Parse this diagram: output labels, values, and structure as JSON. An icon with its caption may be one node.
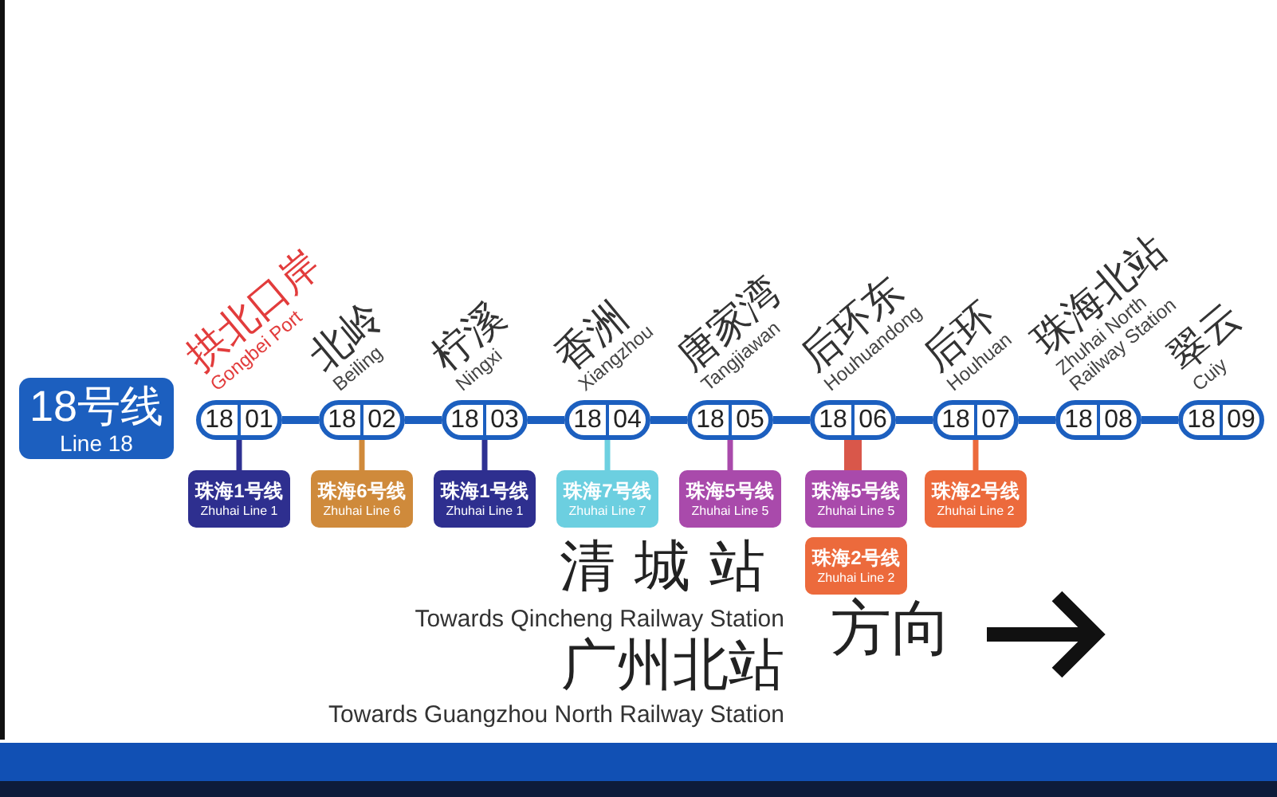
{
  "diagram": {
    "nodes": [
      {
        "text": [
          "18号线",
          "Line 18"
        ]
      },
      {
        "text": [
          "18",
          "01"
        ],
        "beside": [
          "拱北口岸",
          "Gongbei Port"
        ]
      },
      {
        "text": [
          "18",
          "02"
        ],
        "beside": [
          "北岭",
          "Beiling"
        ]
      },
      {
        "text": [
          "18",
          "03"
        ],
        "beside": [
          "柠溪",
          "Ningxi"
        ]
      },
      {
        "text": [
          "18",
          "04"
        ],
        "beside": [
          "香洲",
          "Xiangzhou"
        ]
      },
      {
        "text": [
          "18",
          "05"
        ],
        "beside": [
          "唐家湾",
          "Tangjiawan"
        ]
      },
      {
        "text": [
          "18",
          "06"
        ],
        "beside": [
          "后环东",
          "Houhuandong"
        ]
      },
      {
        "text": [
          "18",
          "07"
        ],
        "beside": [
          "后环",
          "Houhuan"
        ]
      },
      {
        "text": [
          "18",
          "08"
        ],
        "beside": [
          "珠海北站",
          "Zhuhai North Railway Station"
        ]
      },
      {
        "text": [
          "18",
          "09"
        ],
        "beside": [
          "翠云",
          "Cuiy"
        ]
      },
      {
        "text": [
          "珠海1号线",
          "Zhuhai Line 1"
        ]
      },
      {
        "text": [
          "珠海6号线",
          "Zhuhai Line 6"
        ]
      },
      {
        "text": [
          "珠海1号线",
          "Zhuhai Line 1"
        ]
      },
      {
        "text": [
          "珠海7号线",
          "Zhuhai Line 7"
        ]
      },
      {
        "text": [
          "珠海5号线",
          "Zhuhai Line 5"
        ]
      },
      {
        "text": [
          "珠海5号线",
          "Zhuhai Line 5"
        ]
      },
      {
        "text": [
          "珠海2号线",
          "Zhuhai Line 2"
        ]
      },
      {
        "text": [
          "珠海2号线",
          "Zhuhai Line 2"
        ]
      }
    ],
    "edges": [
      {
        "from": 1,
        "to": 2,
        "arrow": "none"
      },
      {
        "from": 2,
        "to": 3,
        "arrow": "none"
      },
      {
        "from": 3,
        "to": 4,
        "arrow": "none"
      },
      {
        "from": 4,
        "to": 5,
        "arrow": "none"
      },
      {
        "from": 5,
        "to": 6,
        "arrow": "none"
      },
      {
        "from": 6,
        "to": 7,
        "arrow": "none"
      },
      {
        "from": 7,
        "to": 8,
        "arrow": "none"
      },
      {
        "from": 8,
        "to": 9,
        "arrow": "none"
      },
      {
        "from": 1,
        "to": 10,
        "arrow": "none",
        "color": "#2e3192"
      },
      {
        "from": 2,
        "to": 11,
        "arrow": "none",
        "color": "#d08a3b"
      },
      {
        "from": 3,
        "to": 12,
        "arrow": "none",
        "color": "#2e3192"
      },
      {
        "from": 4,
        "to": 13,
        "arrow": "none",
        "color": "#6dd0e0"
      },
      {
        "from": 5,
        "to": 14,
        "arrow": "none",
        "color": "#a94aab"
      },
      {
        "from": 6,
        "to": 15,
        "arrow": "none",
        "color": "#d9574a",
        "style": "thick"
      },
      {
        "from": 7,
        "to": 16,
        "arrow": "none",
        "color": "#ec6a3c"
      }
    ],
    "labels": [
      "清城站",
      "Towards Qincheng Railway Station",
      "广州北站",
      "Towards Guangzhou North Railway Station",
      "方向"
    ]
  }
}
